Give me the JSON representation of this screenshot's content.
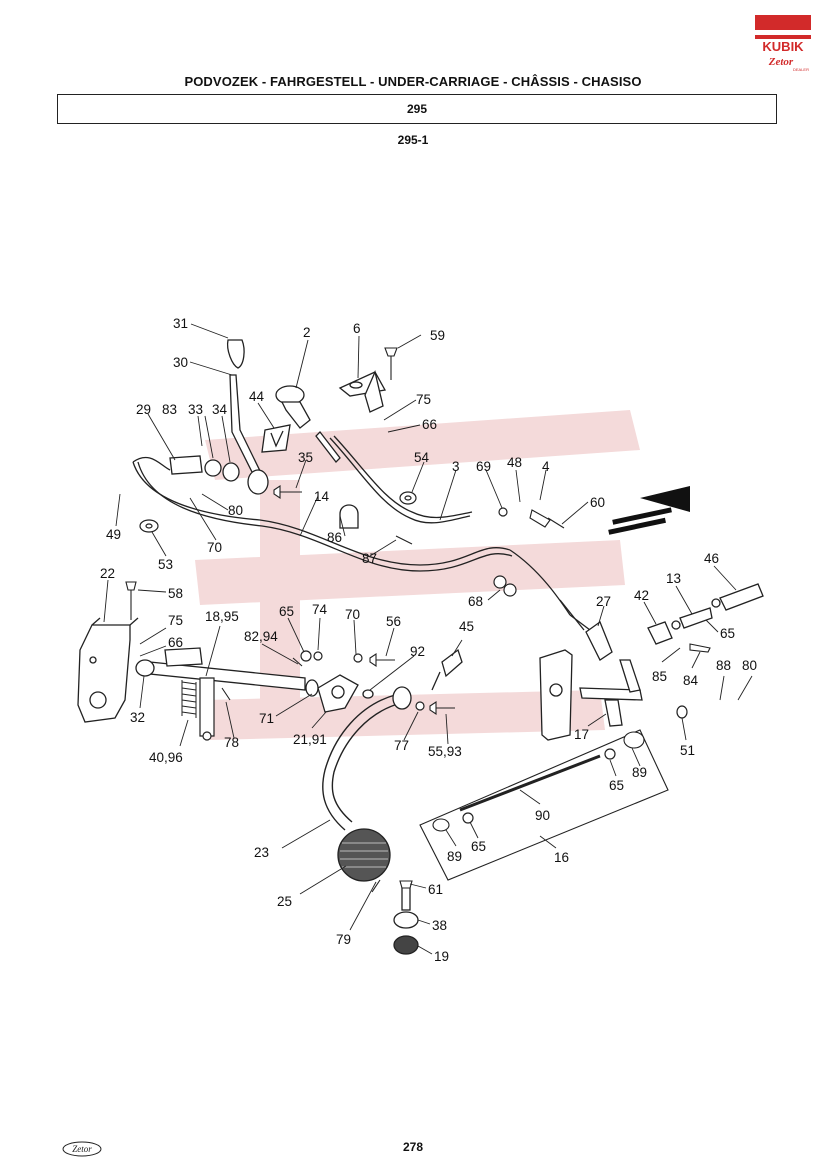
{
  "header": {
    "title": "PODVOZEK - FAHRGESTELL - UNDER-CARRIAGE - CHÂSSIS - CHASISO",
    "section": "295",
    "subsection": "295-1"
  },
  "logo": {
    "brand": "KUBIK",
    "sub": "Zetor",
    "tag": "DEALER"
  },
  "footer": {
    "page_number": "278",
    "logo_text": "Zetor"
  },
  "colors": {
    "logo_red": "#d22a2a",
    "watermark": "#f4dada",
    "ink": "#222222"
  },
  "labels": [
    "31",
    "30",
    "2",
    "6",
    "59",
    "29",
    "83",
    "33",
    "34",
    "44",
    "75",
    "66",
    "35",
    "54",
    "3",
    "69",
    "48",
    "4",
    "60",
    "49",
    "80",
    "70",
    "14",
    "53",
    "86",
    "87",
    "22",
    "58",
    "18,95",
    "65",
    "74",
    "70",
    "56",
    "68",
    "27",
    "42",
    "13",
    "46",
    "75",
    "66",
    "82,94",
    "92",
    "45",
    "65",
    "32",
    "71",
    "40,96",
    "78",
    "21,91",
    "77",
    "55,93",
    "85",
    "84",
    "88",
    "80",
    "17",
    "51",
    "89",
    "65",
    "90",
    "89",
    "65",
    "16",
    "23",
    "25",
    "61",
    "79",
    "38",
    "19"
  ]
}
